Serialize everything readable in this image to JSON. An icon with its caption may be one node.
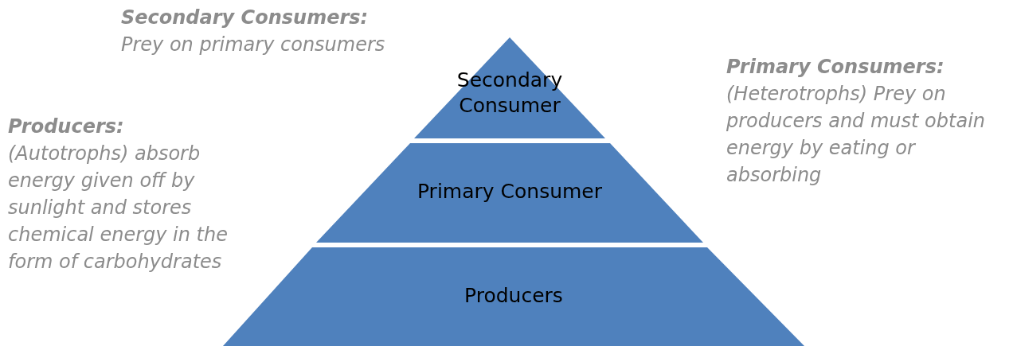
{
  "diagram": {
    "nodes": [
      {
        "text": [
          "Secondary Consumer"
        ],
        "beside": [
          "Secondary Consumers:",
          "Prey on primary consumers"
        ]
      },
      {
        "text": [
          "Primary Consumer"
        ],
        "beside": [
          "Primary Consumers:",
          "(Heterotrophs) Prey on producers and must obtain energy by eating or absorbing"
        ]
      },
      {
        "text": [
          "Producers"
        ],
        "beside": [
          "Producers:",
          "(Autotrophs) absorb energy given off by sunlight and stores chemical energy in the form of carbohydrates"
        ]
      }
    ]
  }
}
